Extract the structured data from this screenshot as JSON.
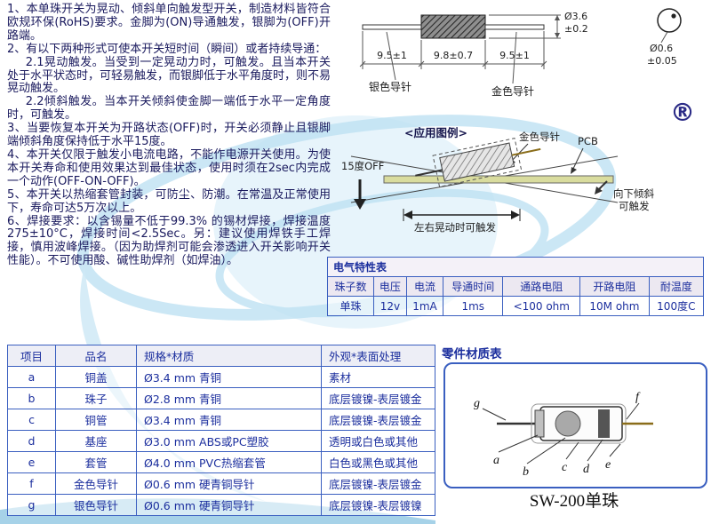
{
  "colors": {
    "table_border": "#3a5fc0",
    "table_text": "#1c2f9e",
    "body_text": "#1a1a5e",
    "watermark_blue": "#b9e0f2",
    "pcb_fill": "#d9dc9e"
  },
  "trademark": "®",
  "paragraphs": [
    "1、本单珠开关为晃动、倾斜单向触发型开关，制造材料皆符合欧规环保(RoHS)要求。金脚为(ON)导通触发，银脚为(OFF)开路端。",
    "2、有以下两种形式可使本开关短时间（瞬间）或者持续导通：",
    "2.1晃动触发。当受到一定晃动力时，可触发。且当本开关处于水平状态时，可轻易触发，而银脚低于水平角度时，则不易晃动触发。",
    "2.2倾斜触发。当本开关倾斜使金脚一端低于水平一定角度时，可触发。",
    "3、当要恢复本开关为开路状态(OFF)时，开关必须静止且银脚端倾斜角度保持低于水平15度。",
    "4、本开关仅限于触发小电流电路，不能作电源开关使用。为使本开关寿命和使用效果达到最佳状态，使用时须在2sec内完成一个动作(OFF-ON-OFF)。",
    "5、本开关以热缩套管封装，可防尘、防潮。在常温及正常使用下，寿命可达5万次以上。",
    "6、焊接要求：以含锡量不低于99.3% 的锡材焊接，焊接温度275±10°C，焊接时间<2.5Sec。另：建议使用焊铁手工焊接，慎用波峰焊接。（因为助焊剂可能会渗透进入开关影响开关性能）。不可使用酸、碱性助焊剂（如焊油）。"
  ],
  "drawing": {
    "dim1": "9.5±1",
    "dim2": "9.8±0.7",
    "dim3": "9.5±1",
    "dia1": "Ø3.6",
    "dia1t": "±0.2",
    "dia2": "Ø0.6",
    "dia2t": "±0.05",
    "silver": "银色导针",
    "gold": "金色导针"
  },
  "application": {
    "title": "<应用图例>",
    "gold": "金色导针",
    "pcb": "PCB",
    "off": "15度OFF",
    "tilt1": "向下倾斜",
    "tilt2": "可触发",
    "shake": "左右晃动时可触发"
  },
  "electrical": {
    "title": "电气特性表",
    "headers": [
      "珠子数",
      "电压",
      "电流",
      "导通时间",
      "通路电阻",
      "开路电阻",
      "耐温度"
    ],
    "row": [
      "单珠",
      "12v",
      "1mA",
      "1ms",
      "<100 ohm",
      "10M ohm",
      "100度C"
    ]
  },
  "parts": {
    "headers": [
      "项目",
      "品名",
      "规格*材质",
      "外观*表面处理"
    ],
    "rows": [
      [
        "a",
        "铜盖",
        "Ø3.4 mm 青铜",
        "素材"
      ],
      [
        "b",
        "珠子",
        "Ø2.8 mm 青铜",
        "底层镀镍-表层镀金"
      ],
      [
        "c",
        "铜管",
        "Ø3.4 mm 青铜",
        "底层镀镍-表层镀金"
      ],
      [
        "d",
        "基座",
        "Ø3.0 mm ABS或PC塑胶",
        "透明或白色或其他"
      ],
      [
        "e",
        "套管",
        "Ø4.0 mm PVC热缩套管",
        "白色或黑色或其他"
      ],
      [
        "f",
        "金色导针",
        "Ø0.6 mm 硬青铜导针",
        "底层镀镍-表层镀金"
      ],
      [
        "g",
        "银色导针",
        "Ø0.6 mm 硬青铜导针",
        "底层镀镍-表层镀镍"
      ]
    ]
  },
  "material": {
    "title": "零件材质表",
    "caption": "SW-200单珠",
    "labels": [
      "a",
      "b",
      "c",
      "d",
      "e",
      "f",
      "g"
    ]
  }
}
